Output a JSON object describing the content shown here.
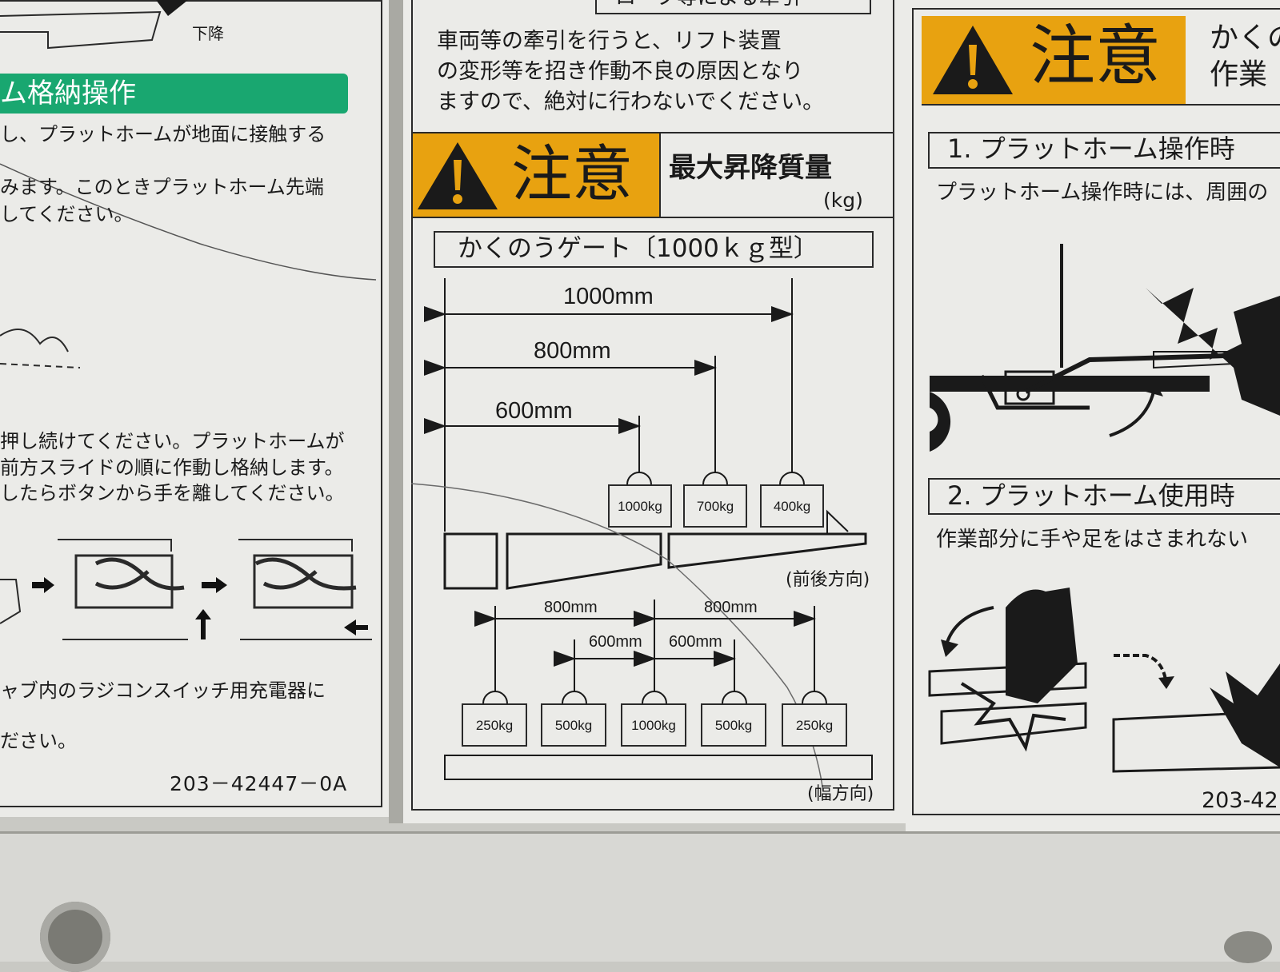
{
  "colors": {
    "caution_yellow": "#e8a210",
    "green_bar": "#19a770",
    "label_bg": "#ebebe8",
    "ink": "#1a1a1a"
  },
  "left_panel": {
    "lowering_label": "下降",
    "green_header": "ム格納操作",
    "lines": [
      "し、プラットホームが地面に接触する",
      "みます。このときプラットホーム先端",
      "してください。"
    ],
    "lines2": [
      "押し続けてください。プラットホームが",
      "前方スライドの順に作動し格納します。",
      "したらボタンから手を離してください。"
    ],
    "lines3": [
      "ャブ内のラジコンスイッチ用充電器に",
      "ださい。"
    ],
    "part_number": "203－42447－0A"
  },
  "center_panel": {
    "top_partial_title": "ロープ等による牽引",
    "warning_text": [
      "車両等の牽引を行うと、リフト装置",
      "の変形等を招き作動不良の原因となり",
      "ますので、絶対に行わないでください。"
    ],
    "caution_label": "注意",
    "max_load_title": "最大昇降質量",
    "unit": "(kg)",
    "gate_title": "かくのうゲート〔1000ｋｇ型〕",
    "front_back": {
      "dims": [
        "1000mm",
        "800mm",
        "600mm"
      ],
      "weights": [
        "1000kg",
        "700kg",
        "400kg"
      ],
      "direction": "(前後方向)"
    },
    "width": {
      "dims": [
        "800mm",
        "800mm",
        "600mm",
        "600mm"
      ],
      "weights": [
        "250kg",
        "500kg",
        "1000kg",
        "500kg",
        "250kg"
      ],
      "direction": "(幅方向)"
    }
  },
  "right_panel": {
    "caution_label": "注意",
    "header_partial": [
      "かくの",
      "作業"
    ],
    "section1_title": "1. プラットホーム操作時",
    "section1_text": "プラットホーム操作時には、周囲の",
    "section2_title": "2. プラットホーム使用時",
    "section2_text": "作業部分に手や足をはさまれない",
    "part_number": "203-42"
  },
  "icons": [
    "warning-triangle-icon",
    "hand-pinch-icon",
    "truck-lift-icon",
    "rivet-icon"
  ]
}
